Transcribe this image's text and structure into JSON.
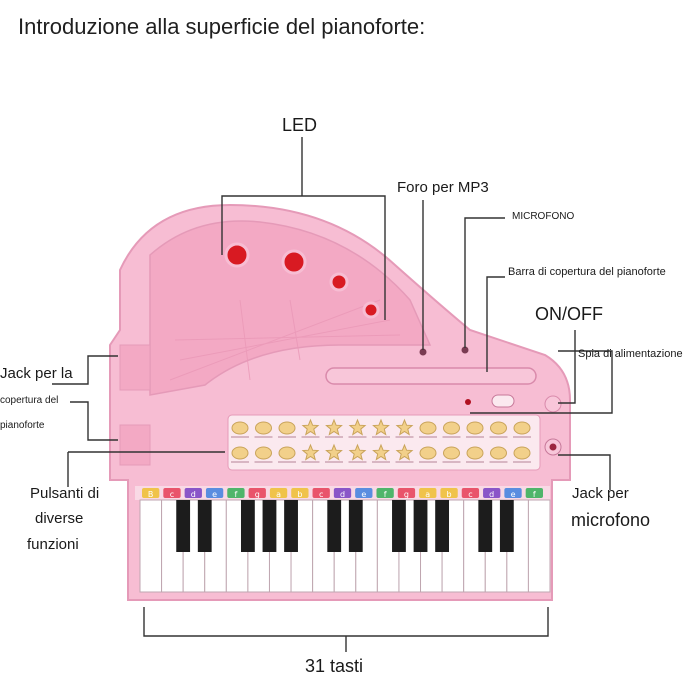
{
  "title": "Introduzione alla superficie del pianoforte:",
  "labels": {
    "led": "LED",
    "mp3": "Foro per MP3",
    "microfono": "MICROFONO",
    "barra": "Barra di copertura del pianoforte",
    "onoff": "ON/OFF",
    "spia": "Spia di alimentazione",
    "jack_cover_1": "Jack per la",
    "jack_cover_2": "copertura del",
    "jack_cover_3": "pianoforte",
    "pulsanti_1": "Pulsanti di",
    "pulsanti_2": "diverse",
    "pulsanti_3": "funzioni",
    "jack_mic_1": "Jack per",
    "jack_mic_2": "microfono",
    "tasti": "31 tasti"
  },
  "colors": {
    "body": "#f7bdd3",
    "body_dark": "#e59ab8",
    "panel": "#fbe9ef",
    "led": "#d81a22",
    "button": "#f2d08a",
    "line": "#333333"
  },
  "note_letters": [
    "B",
    "c",
    "d",
    "e",
    "f",
    "g",
    "a",
    "b",
    "c",
    "d",
    "e",
    "f",
    "g",
    "a",
    "b",
    "c",
    "d",
    "e",
    "f"
  ]
}
